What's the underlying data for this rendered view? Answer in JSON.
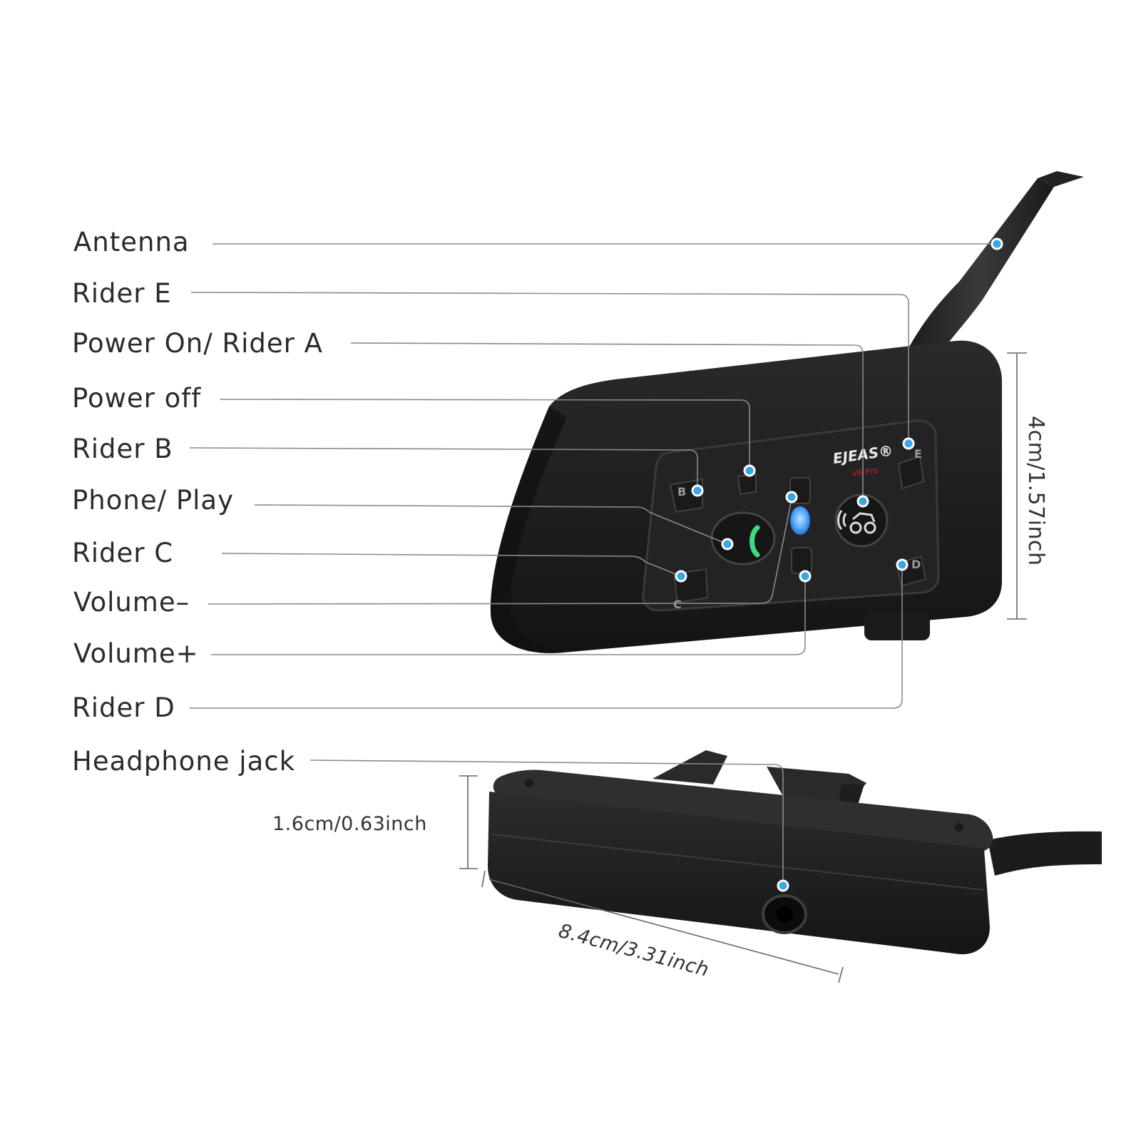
{
  "labels": {
    "antenna": "Antenna",
    "rider_e": "Rider E",
    "power_on_rider_a": "Power On/ Rider A",
    "power_off": "Power off",
    "rider_b": "Rider B",
    "phone_play": "Phone/ Play",
    "rider_c": "Rider C",
    "volume_minus": "Volume–",
    "volume_plus": "Volume+",
    "rider_d": "Rider D",
    "headphone_jack": "Headphone jack"
  },
  "dimensions": {
    "height": "4cm/1.57inch",
    "thickness": "1.6cm/0.63inch",
    "width": "8.4cm/3.31inch"
  },
  "device": {
    "brand": "EJEAS®",
    "model": "V6 Pro",
    "button_letters": {
      "b": "B",
      "c": "C",
      "d": "D",
      "e": "E"
    }
  },
  "colors": {
    "leader_line": "#8a8a8a",
    "callout_dot": "#39a7e6",
    "device_body": "#1d1d1f",
    "led": "#4aa3ff",
    "phone_icon": "#3ddc84",
    "model_text": "#d42020"
  }
}
